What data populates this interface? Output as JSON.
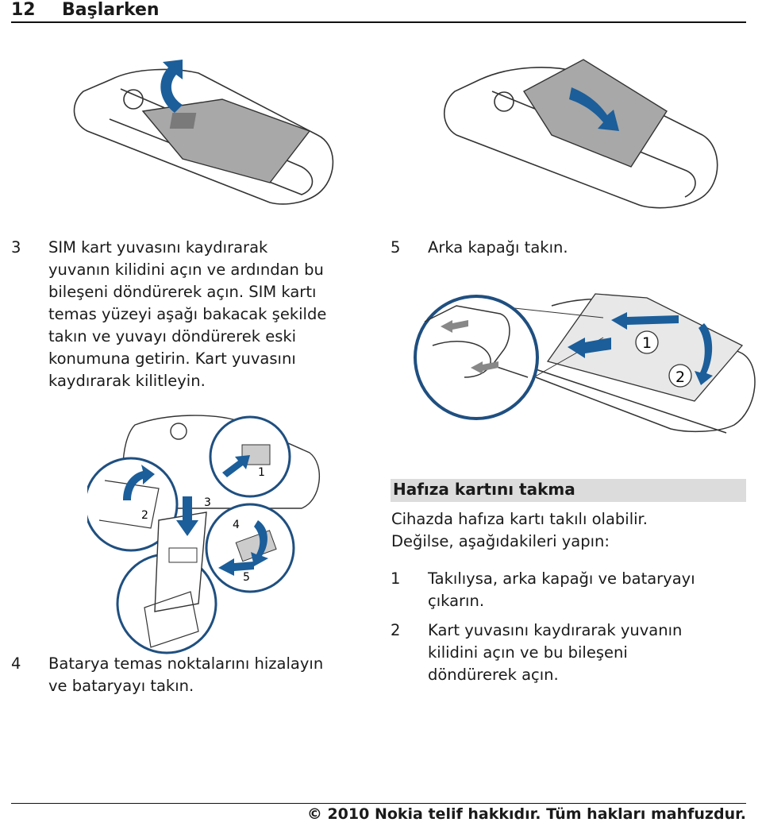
{
  "header": {
    "page_number": "12",
    "title": "Başlarken"
  },
  "step3": {
    "num": "3",
    "lines": [
      "SIM kart yuvasını kaydırarak",
      "yuvanın kilidini açın ve ardından bu",
      "bileşeni döndürerek açın. SIM kartı",
      "temas yüzeyi aşağı bakacak şekilde",
      "takın ve yuvayı döndürerek eski",
      "konumuna getirin. Kart yuvasını",
      "kaydırarak kilitleyin."
    ]
  },
  "step5": {
    "num": "5",
    "lines": [
      "Arka kapağı takın."
    ]
  },
  "step4": {
    "num": "4",
    "lines": [
      "Batarya temas noktalarını hizalayın",
      "ve bataryayı takın."
    ]
  },
  "fig_cover": {
    "label1": "1",
    "label2": "2"
  },
  "fig_sim": {
    "label1": "1",
    "label2": "2",
    "label3": "3",
    "label4": "4",
    "label5": "5"
  },
  "section": {
    "title": "Hafıza kartını takma",
    "intro_lines": [
      "Cihazda hafıza kartı takılı olabilir.",
      "Değilse, aşağıdakileri yapın:"
    ]
  },
  "mem_steps": [
    {
      "num": "1",
      "lines": [
        "Takılıysa, arka kapağı ve bataryayı",
        "çıkarın."
      ]
    },
    {
      "num": "2",
      "lines": [
        "Kart yuvasını kaydırarak yuvanın",
        "kilidini açın ve bu bileşeni",
        "döndürerek açın."
      ]
    }
  ],
  "footer": {
    "copyright": "© 2010 Nokia telif hakkıdır. Tüm hakları mahfuzdur."
  },
  "colors": {
    "arrow_blue": "#1b5e9a",
    "circle_blue": "#1f4f80",
    "battery_gray": "#a8a8a8"
  }
}
